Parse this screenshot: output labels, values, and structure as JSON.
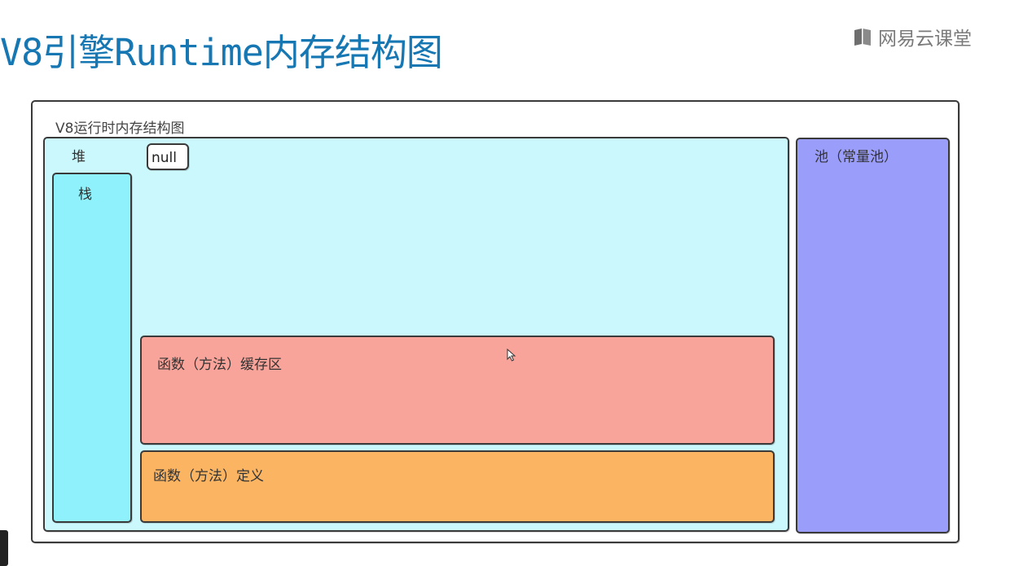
{
  "title": "V8引擎Runtime内存结构图",
  "brand": {
    "name": "网易云课堂",
    "icon": "book-icon"
  },
  "diagram": {
    "outer_label": "V8运行时内存结构图",
    "heap_label": "堆",
    "null_label": "null",
    "stack_label": "栈",
    "cache_label": "函数（方法）缓存区",
    "definition_label": "函数（方法）定义",
    "pool_label": "池（常量池）"
  },
  "colors": {
    "title": "#1677b3",
    "heap": "#caf8fd",
    "stack": "#8ef1fb",
    "cache": "#f9a49a",
    "definition": "#fbb461",
    "pool": "#9b9dfb"
  }
}
